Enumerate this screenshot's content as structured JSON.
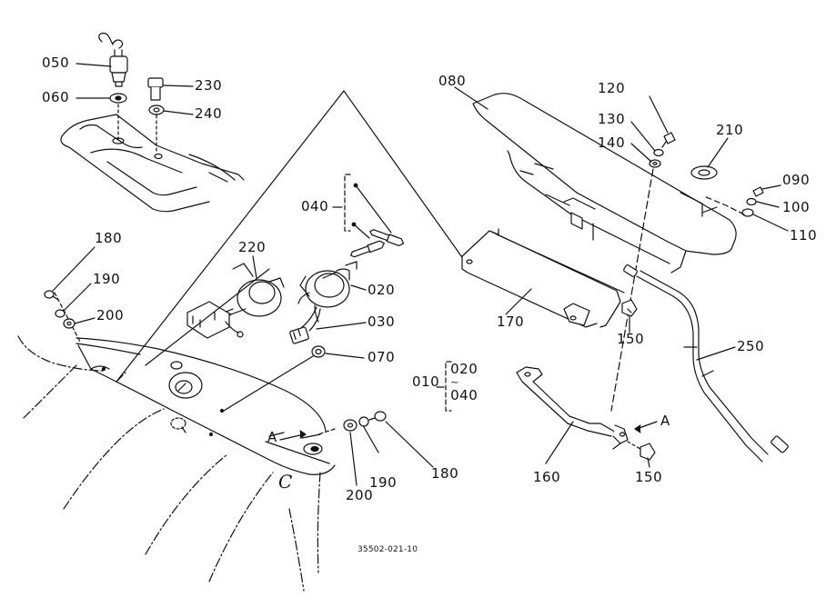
{
  "callouts": {
    "p050": "050",
    "p060": "060",
    "p230": "230",
    "p240": "240",
    "p080": "080",
    "p120": "120",
    "p130": "130",
    "p140": "140",
    "p210": "210",
    "p090": "090",
    "p100": "100",
    "p110": "110",
    "p040": "040",
    "p220": "220",
    "p020": "020",
    "p030": "030",
    "p070": "070",
    "p180_top": "180",
    "p190_top": "190",
    "p200_top": "200",
    "p170": "170",
    "p150_top": "150",
    "p250": "250",
    "p160": "160",
    "p150_bottom": "150",
    "p200_bottom": "200",
    "p190_bottom": "190",
    "p180_bottom": "180"
  },
  "assembly_group": {
    "parent": "010",
    "from": "020",
    "range_mark": "~",
    "to": "040"
  },
  "markers": {
    "view_a_left": "A",
    "view_a_right": "A",
    "script_letter": "C"
  },
  "figure_code": "35502-021-10",
  "colors": {
    "ink": "#111111",
    "paper": "#ffffff"
  }
}
